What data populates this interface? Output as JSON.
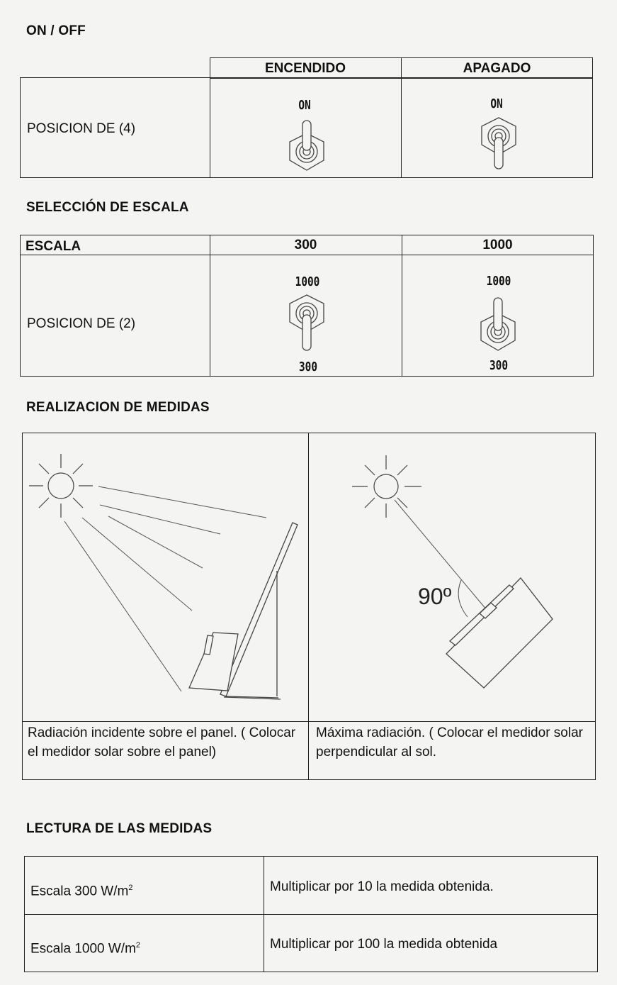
{
  "onoff": {
    "title": "ON / OFF",
    "col1": "ENCENDIDO",
    "col2": "APAGADO",
    "row_label": "POSICION DE (4)",
    "switch_label_1": "ON",
    "switch_label_2": "ON"
  },
  "escala": {
    "title": "SELECCIÓN DE ESCALA",
    "header_label": "ESCALA",
    "col1": "300",
    "col2": "1000",
    "row_label": "POSICION DE (2)",
    "top_label_1": "1000",
    "bottom_label_1": "300",
    "top_label_2": "1000",
    "bottom_label_2": "300"
  },
  "medidas": {
    "title": "REALIZACION DE MEDIDAS",
    "angle_label": "90º",
    "caption_left": "Radiación incidente sobre el panel. ( Colocar el medidor solar sobre el panel)",
    "caption_right": "Máxima radiación. ( Colocar el medidor solar perpendicular al sol."
  },
  "lectura": {
    "title": "LECTURA DE LAS MEDIDAS",
    "rows": [
      {
        "scale": "Escala 300 W/m",
        "sup": "2",
        "action": "Multiplicar por 10 la medida obtenida."
      },
      {
        "scale": "Escala 1000 W/m",
        "sup": "2",
        "action": "Multiplicar por 100 la medida obtenida"
      }
    ]
  }
}
